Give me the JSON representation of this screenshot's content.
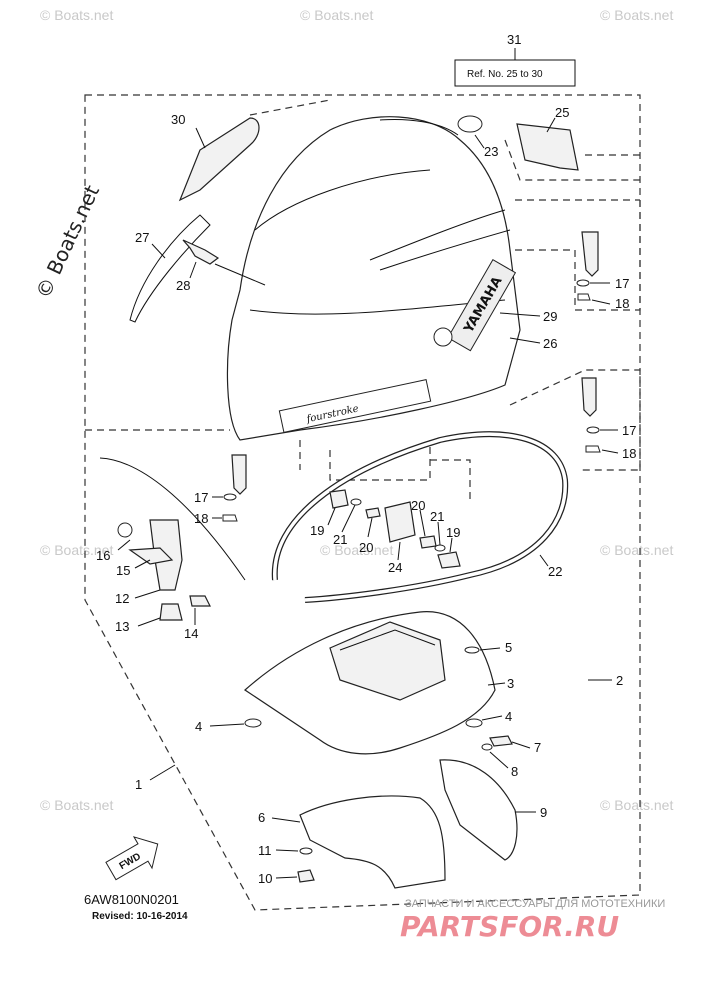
{
  "refs": {
    "r1": "1",
    "r2": "2",
    "r3": "3",
    "r4a": "4",
    "r4b": "4",
    "r5": "5",
    "r6": "6",
    "r7": "7",
    "r8": "8",
    "r9": "9",
    "r10": "10",
    "r11": "11",
    "r12": "12",
    "r13": "13",
    "r14": "14",
    "r15": "15",
    "r16": "16",
    "r17a": "17",
    "r17b": "17",
    "r17c": "17",
    "r18a": "18",
    "r18b": "18",
    "r18c": "18",
    "r19a": "19",
    "r19b": "19",
    "r20a": "20",
    "r20b": "20",
    "r21a": "21",
    "r21b": "21",
    "r22": "22",
    "r23": "23",
    "r24": "24",
    "r25": "25",
    "r26": "26",
    "r27": "27",
    "r28": "28",
    "r29": "29",
    "r30": "30",
    "r31": "31"
  },
  "ref_box": "Ref. No. 25 to 30",
  "diagram_code": "6AW8100N0201",
  "revised": "Revised: 10-16-2014",
  "fwd_label": "FWD",
  "brand_logo": "YAMAHA",
  "decal_text": "fourstroke",
  "watermark_copyright": "© Boats.net",
  "watermark_site": "Boats.net",
  "footer_tagline": "ЗАПЧАСТИ И АКСЕССУАРЫ ДЛЯ МОТОТЕХНИКИ",
  "footer_brand": "PARTSFOR.RU",
  "colors": {
    "line": "#111111",
    "watermark": "#c9c9c9",
    "brand_red": "#e03040"
  }
}
